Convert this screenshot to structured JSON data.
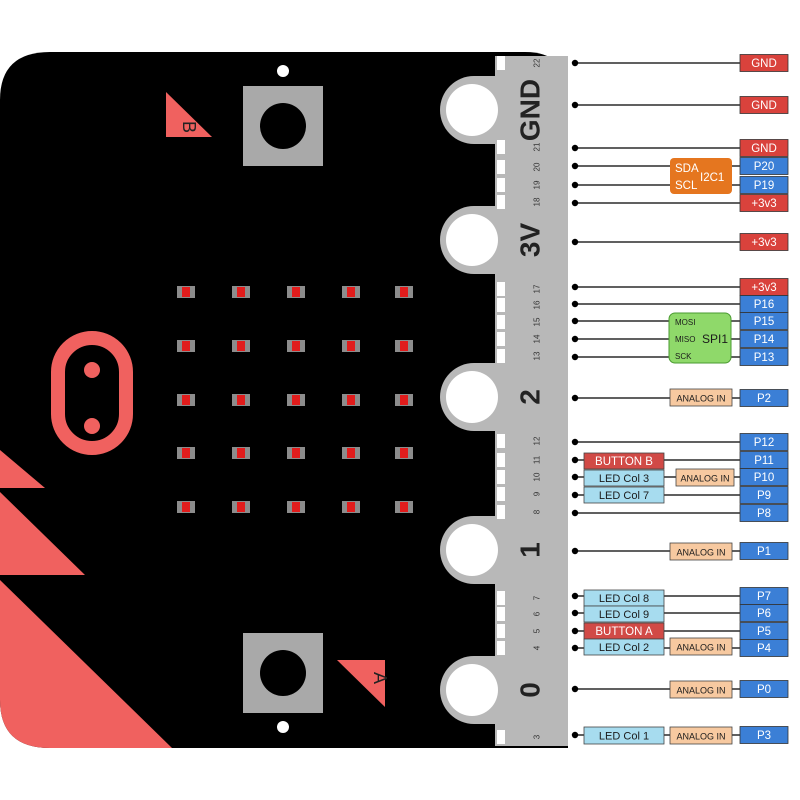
{
  "colors": {
    "board": "#000000",
    "accent": "#f0615f",
    "gnd": "#d9423c",
    "pin": "#3b7fd6",
    "led_col": "#a7dcef",
    "button": "#d14a46",
    "analog": "#f7c9a0",
    "i2c": "#e5761f",
    "spi": "#8fd96a",
    "power": "#d9423c"
  },
  "board": {
    "button_b_label": "B",
    "button_a_label": "A",
    "pads": [
      {
        "id": "gnd",
        "label": "GND"
      },
      {
        "id": "3v",
        "label": "3V"
      },
      {
        "id": "2",
        "label": "2"
      },
      {
        "id": "1",
        "label": "1"
      },
      {
        "id": "0",
        "label": "0"
      }
    ],
    "strip_numbers": [
      "22",
      "21",
      "20",
      "19",
      "18",
      "17",
      "16",
      "15",
      "14",
      "13",
      "12",
      "11",
      "10",
      "9",
      "8",
      "7",
      "6",
      "5",
      "4",
      "3"
    ],
    "led_rows": 5,
    "led_cols": 5
  },
  "pins": [
    {
      "id": "gnd-top",
      "label": "GND",
      "type": "power"
    },
    {
      "id": "gnd-2",
      "label": "GND",
      "type": "power"
    },
    {
      "id": "gnd-3",
      "label": "GND",
      "type": "power"
    },
    {
      "id": "p20",
      "label": "P20",
      "type": "pin"
    },
    {
      "id": "p19",
      "label": "P19",
      "type": "pin"
    },
    {
      "id": "3v3-1",
      "label": "+3v3",
      "type": "power"
    },
    {
      "id": "3v3-2",
      "label": "+3v3",
      "type": "power"
    },
    {
      "id": "3v3-3",
      "label": "+3v3",
      "type": "power"
    },
    {
      "id": "p16",
      "label": "P16",
      "type": "pin"
    },
    {
      "id": "p15",
      "label": "P15",
      "type": "pin"
    },
    {
      "id": "p14",
      "label": "P14",
      "type": "pin"
    },
    {
      "id": "p13",
      "label": "P13",
      "type": "pin"
    },
    {
      "id": "p2",
      "label": "P2",
      "type": "pin"
    },
    {
      "id": "p12",
      "label": "P12",
      "type": "pin"
    },
    {
      "id": "p11",
      "label": "P11",
      "type": "pin"
    },
    {
      "id": "p10",
      "label": "P10",
      "type": "pin"
    },
    {
      "id": "p9",
      "label": "P9",
      "type": "pin"
    },
    {
      "id": "p8",
      "label": "P8",
      "type": "pin"
    },
    {
      "id": "p1",
      "label": "P1",
      "type": "pin"
    },
    {
      "id": "p7",
      "label": "P7",
      "type": "pin"
    },
    {
      "id": "p6",
      "label": "P6",
      "type": "pin"
    },
    {
      "id": "p5",
      "label": "P5",
      "type": "pin"
    },
    {
      "id": "p4",
      "label": "P4",
      "type": "pin"
    },
    {
      "id": "p0",
      "label": "P0",
      "type": "pin"
    },
    {
      "id": "p3",
      "label": "P3",
      "type": "pin"
    }
  ],
  "functions": {
    "i2c": {
      "label": "I2C1",
      "sda": "SDA",
      "scl": "SCL"
    },
    "spi": {
      "label": "SPI1",
      "mosi": "MOSI",
      "miso": "MISO",
      "sck": "SCK"
    },
    "analog_in": "ANALOG IN",
    "button_b": "BUTTON B",
    "button_a": "BUTTON A",
    "led_col_3": "LED Col 3",
    "led_col_7": "LED Col 7",
    "led_col_8": "LED Col 8",
    "led_col_9": "LED Col 9",
    "led_col_2": "LED Col 2",
    "led_col_1": "LED Col 1"
  }
}
